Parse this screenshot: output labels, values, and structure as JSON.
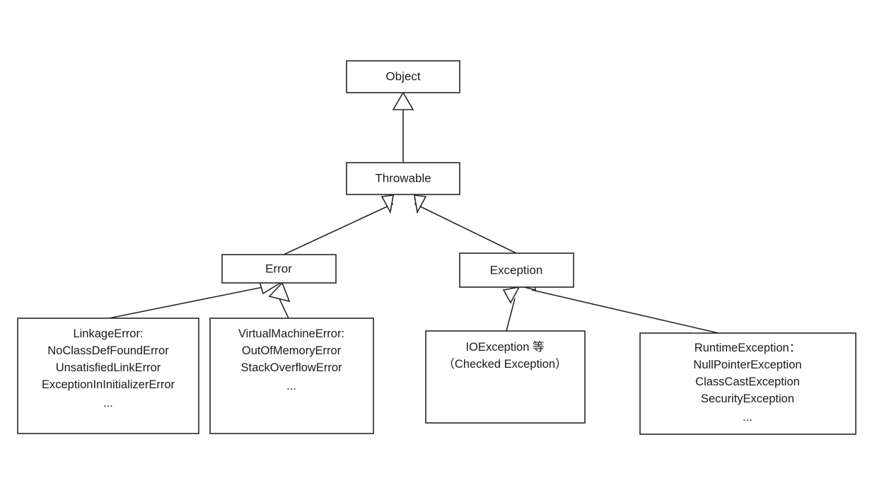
{
  "diagram": {
    "title": "Java Throwable class hierarchy",
    "type": "uml-class-hierarchy",
    "background_color": "#ffffff",
    "line_color": "#262626",
    "text_color": "#1a1a1a",
    "nodes": {
      "object": {
        "label": "Object"
      },
      "throwable": {
        "label": "Throwable"
      },
      "error": {
        "label": "Error"
      },
      "exception": {
        "label": "Exception"
      },
      "linkage_error": {
        "lines": [
          "LinkageError:",
          "NoClassDefFoundError",
          "UnsatisfiedLinkError",
          "ExceptionInInitializerError",
          "..."
        ]
      },
      "virtual_machine_error": {
        "lines": [
          "VirtualMachineError:",
          "OutOfMemoryError",
          "StackOverflowError",
          "..."
        ]
      },
      "io_exception": {
        "lines": [
          "IOException 等",
          "（Checked Exception）"
        ]
      },
      "runtime_exception": {
        "lines": [
          "RuntimeException：",
          "NullPointerException",
          "ClassCastException",
          "SecurityException",
          "..."
        ]
      }
    },
    "edges": [
      {
        "from": "throwable",
        "to": "object",
        "kind": "generalization"
      },
      {
        "from": "error",
        "to": "throwable",
        "kind": "generalization"
      },
      {
        "from": "exception",
        "to": "throwable",
        "kind": "generalization"
      },
      {
        "from": "linkage_error",
        "to": "error",
        "kind": "generalization"
      },
      {
        "from": "virtual_machine_error",
        "to": "error",
        "kind": "generalization"
      },
      {
        "from": "io_exception",
        "to": "exception",
        "kind": "generalization"
      },
      {
        "from": "runtime_exception",
        "to": "exception",
        "kind": "generalization"
      }
    ]
  }
}
